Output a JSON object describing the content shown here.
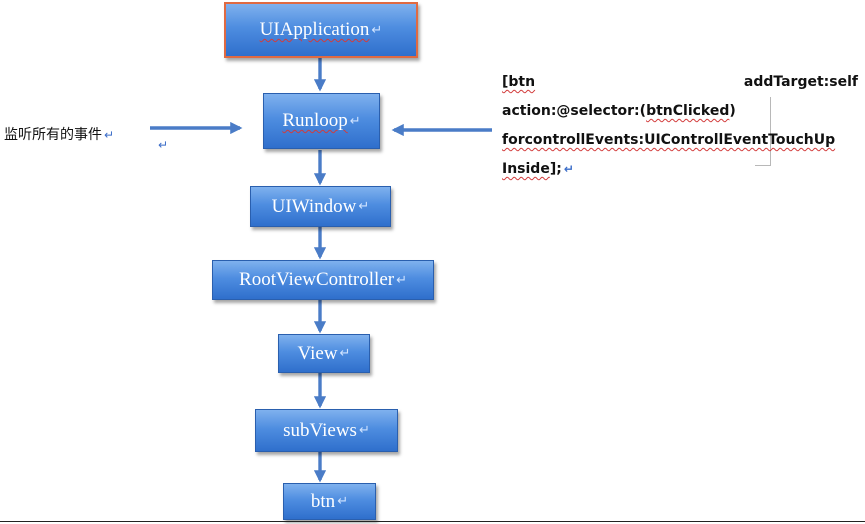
{
  "nodes": {
    "uiapplication": "UIApplication",
    "runloop": "Runloop",
    "uiwindow": "UIWindow",
    "rootviewcontroller": "RootViewController",
    "view": "View",
    "subviews": "subViews",
    "btn": "btn"
  },
  "paragraph_mark": "↵",
  "left_annotation": "监听所有的事件",
  "code": {
    "line1_left": "[btn",
    "line1_right": "addTarget:self",
    "line2_prefix": "action:@selector:(",
    "line2_selector": "btnClicked",
    "line2_suffix": ")",
    "line3": "forcontrollEvents:UIControllEventTouchUp",
    "line4_word": "Inside",
    "line4_tail": "];"
  },
  "colors": {
    "box_fill": "#4e8de0",
    "box_border_root": "#e06a42",
    "arrow": "#4a7cc7",
    "spellcheck_underline": "#d23b3b"
  }
}
